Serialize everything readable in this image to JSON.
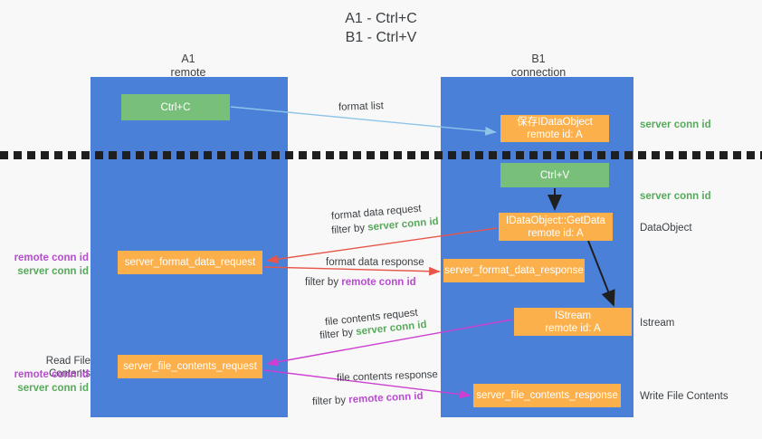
{
  "title": {
    "line1": "A1 - Ctrl+C",
    "line2": "B1 - Ctrl+V"
  },
  "columns": {
    "a1": {
      "name": "A1",
      "role": "remote"
    },
    "b1": {
      "name": "B1",
      "role": "connection"
    }
  },
  "nodes": {
    "ctrl_c": {
      "label": "Ctrl+C",
      "color": "#78c07a"
    },
    "save_dataobject": {
      "line1": "保存IDataObject",
      "line2": "remote id: A",
      "color": "#fbb04c"
    },
    "ctrl_v": {
      "label": "Ctrl+V",
      "color": "#78c07a"
    },
    "getdata": {
      "line1": "IDataObject::GetData",
      "line2": "remote id: A",
      "color": "#fbb04c"
    },
    "format_data_request": {
      "label": "server_format_data_request",
      "color": "#fbb04c"
    },
    "format_data_response": {
      "label": "server_format_data_response",
      "color": "#fbb04c"
    },
    "istream": {
      "line1": "IStream",
      "line2": "remote id: A",
      "color": "#fbb04c"
    },
    "file_contents_request": {
      "label": "server_file_contents_request",
      "color": "#fbb04c"
    },
    "file_contents_response": {
      "label": "server_file_contents_response",
      "color": "#fbb04c"
    }
  },
  "edges": {
    "format_list": {
      "label": "format list"
    },
    "format_data_request": {
      "label": "format data request",
      "filter_prefix": "filter by ",
      "filter_key": "server conn id"
    },
    "format_data_response": {
      "label": "format data response",
      "filter_prefix": "filter by ",
      "filter_key": "remote conn id"
    },
    "file_contents_request": {
      "label": "file contents request",
      "filter_prefix": "filter by ",
      "filter_key": "server conn id"
    },
    "file_contents_response": {
      "label": "file contents response",
      "filter_prefix": "filter by ",
      "filter_key": "remote conn id"
    }
  },
  "annotations": {
    "right": {
      "server_conn_top": "server conn id",
      "server_conn_mid": "server conn id",
      "dataobject": "DataObject",
      "istream": "Istream",
      "write_file_contents": "Write File Contents"
    },
    "left": {
      "remote_conn_1": "remote conn id",
      "server_conn_1": "server conn id",
      "read_file_contents": "Read File Contents",
      "remote_conn_2": "remote conn id",
      "server_conn_2": "server conn id"
    }
  },
  "colors": {
    "lane": "#4a80d8",
    "green_node": "#78c07a",
    "orange_node": "#fbb04c",
    "server_conn": "#57a95b",
    "remote_conn": "#b84bd1",
    "arrow_blue": "#8ec4ea",
    "arrow_red": "#e8564a",
    "arrow_magenta": "#cc3fd0",
    "arrow_black": "#1f1f1f",
    "separator": "#1f1f1f",
    "background": "#f8f8f8"
  }
}
